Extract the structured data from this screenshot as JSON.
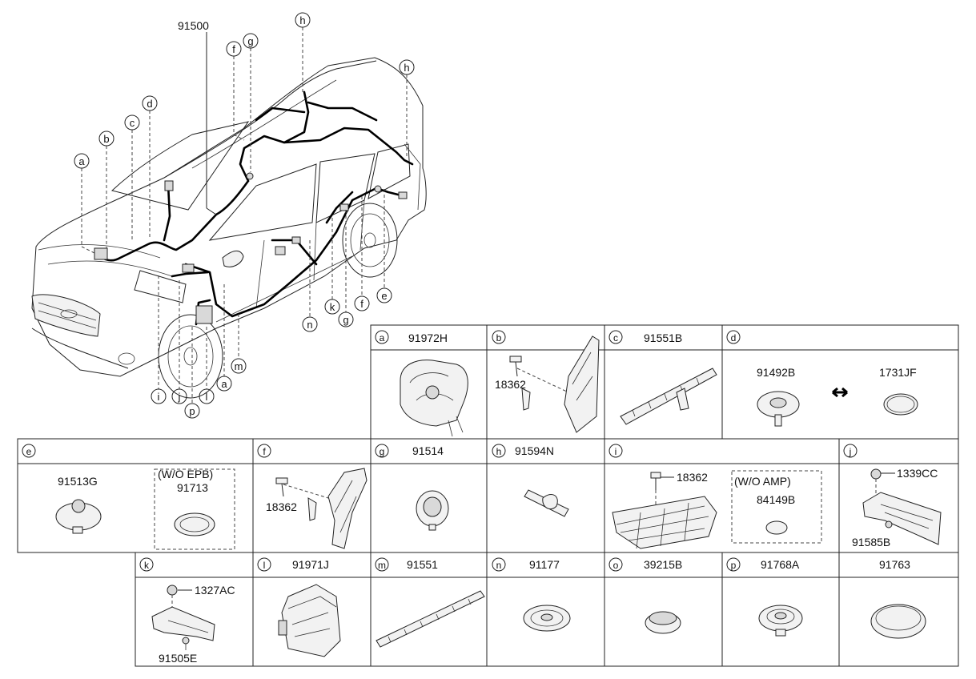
{
  "main_harness": {
    "part_number": "91500"
  },
  "callouts": [
    "a",
    "b",
    "c",
    "d",
    "h",
    "f",
    "g",
    "h",
    "i",
    "j",
    "p",
    "l",
    "a",
    "m",
    "n",
    "k",
    "g",
    "f",
    "e"
  ],
  "table": {
    "cells": [
      {
        "letter": "a",
        "parts": [
          "91972H"
        ]
      },
      {
        "letter": "b",
        "parts": [
          "18362"
        ]
      },
      {
        "letter": "c",
        "parts": [
          "91551B"
        ]
      },
      {
        "letter": "d",
        "parts": [
          "91492B",
          "1731JF"
        ]
      },
      {
        "letter": "e",
        "parts": [
          "91513G",
          "(W/O EPB)",
          "91713"
        ]
      },
      {
        "letter": "f",
        "parts": [
          "18362"
        ]
      },
      {
        "letter": "g",
        "parts": [
          "91514"
        ]
      },
      {
        "letter": "h",
        "parts": [
          "91594N"
        ]
      },
      {
        "letter": "i",
        "parts": [
          "18362",
          "(W/O AMP)",
          "84149B"
        ]
      },
      {
        "letter": "j",
        "parts": [
          "1339CC",
          "91585B"
        ]
      },
      {
        "letter": "k",
        "parts": [
          "1327AC",
          "91505E"
        ]
      },
      {
        "letter": "l",
        "parts": [
          "91971J"
        ]
      },
      {
        "letter": "m",
        "parts": [
          "91551"
        ]
      },
      {
        "letter": "n",
        "parts": [
          "91177"
        ]
      },
      {
        "letter": "o",
        "parts": [
          "39215B"
        ]
      },
      {
        "letter": "p",
        "parts": [
          "91768A"
        ]
      },
      {
        "letter": "",
        "parts": [
          "91763"
        ]
      }
    ]
  }
}
